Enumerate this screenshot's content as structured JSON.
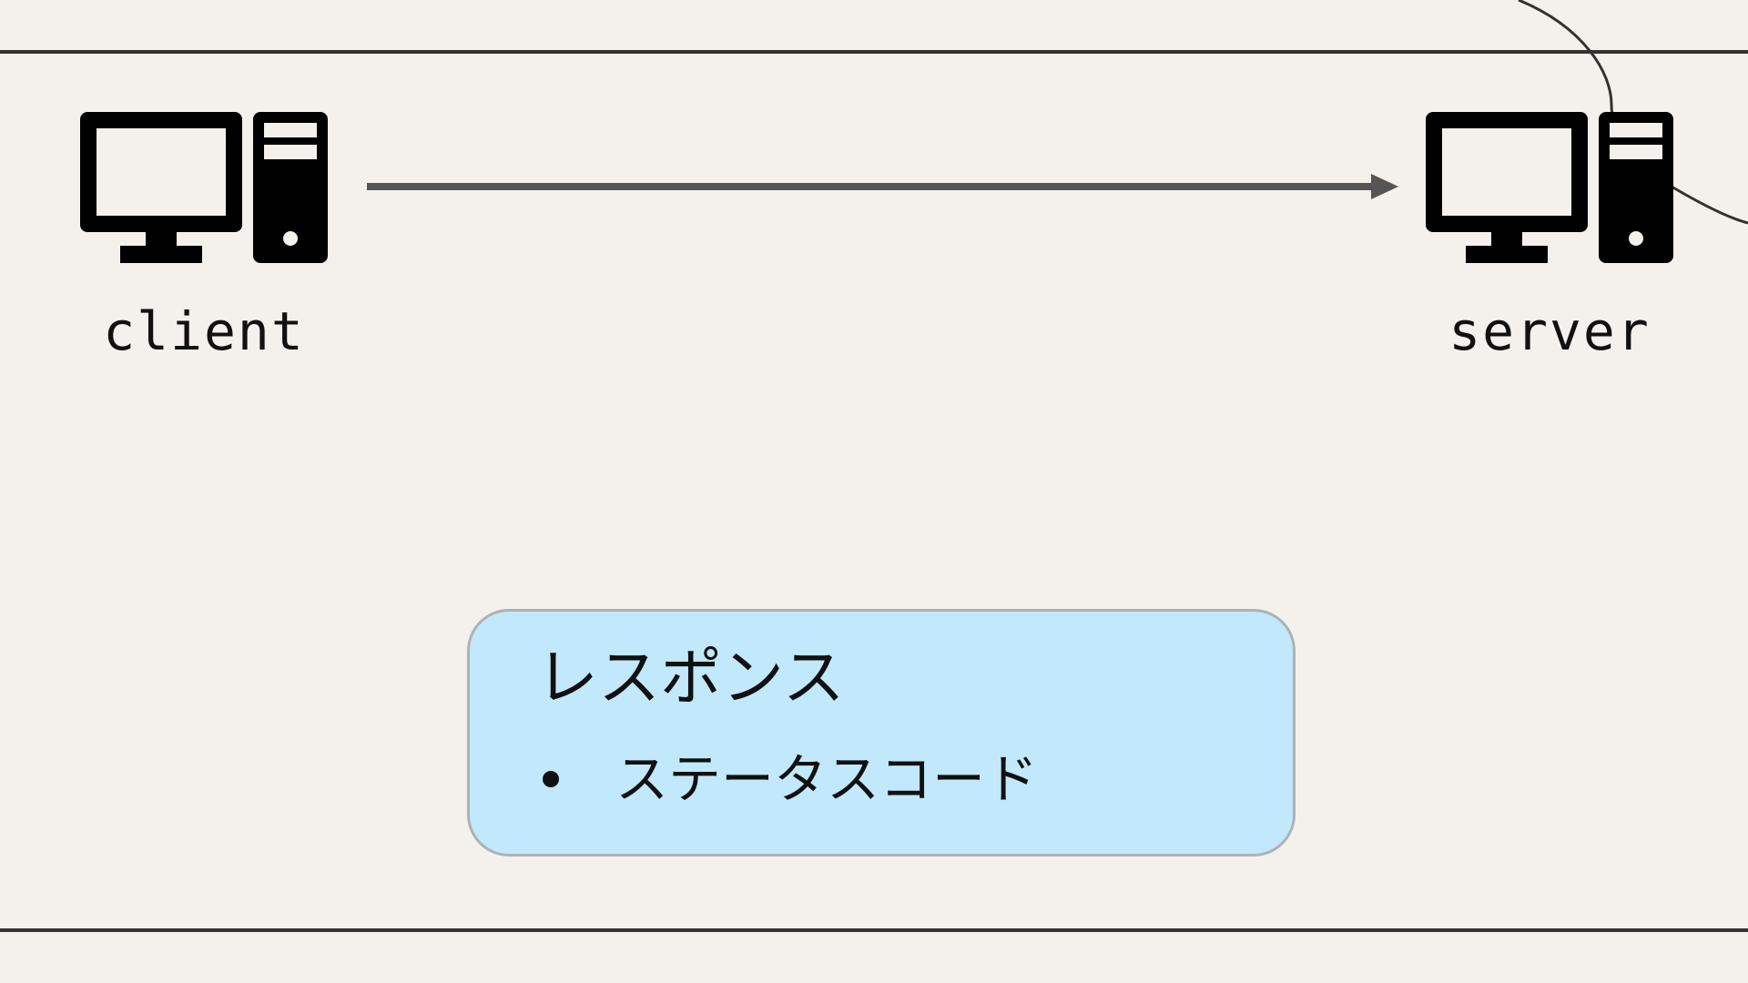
{
  "nodes": {
    "client": {
      "label": "client",
      "icon": "desktop-computer-icon"
    },
    "server": {
      "label": "server",
      "icon": "desktop-computer-icon"
    }
  },
  "response_box": {
    "title": "レスポンス",
    "items": [
      "ステータスコード"
    ]
  },
  "colors": {
    "background": "#f4f1ec",
    "line": "#333231",
    "arrow": "#555555",
    "box_fill": "#c2e8fb",
    "box_border": "#adb2b5",
    "icon": "#000000"
  }
}
